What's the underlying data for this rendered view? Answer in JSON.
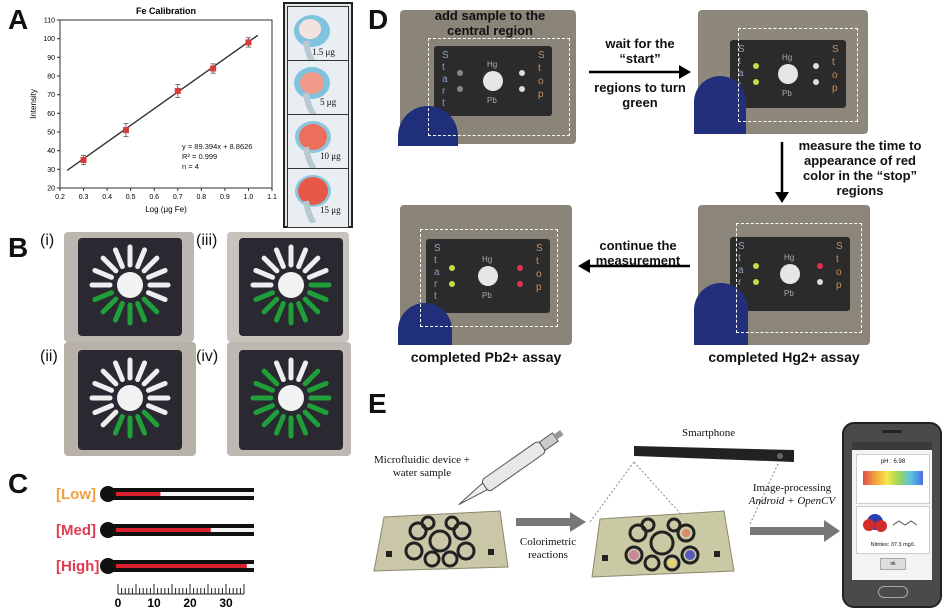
{
  "figure": {
    "panel_letters": [
      "A",
      "B",
      "C",
      "D",
      "E"
    ]
  },
  "panel_a": {
    "inset_labels": [
      "1.5 μg",
      "5 μg",
      "10 μg",
      "15 μg"
    ],
    "equation_lines": [
      "y = 89.394x + 8.8626",
      "R² = 0.999",
      "n = 4"
    ]
  },
  "chart_data": {
    "type": "scatter",
    "title": "Fe Calibration",
    "xlabel": "Log (μg Fe)",
    "ylabel": "Intensity",
    "xlim": [
      0.2,
      1.1
    ],
    "ylim": [
      20,
      110
    ],
    "xticks": [
      "0.2",
      "0.3",
      "0.4",
      "0.5",
      "0.6",
      "0.7",
      "0.8",
      "0.9",
      "1.0",
      "1.1"
    ],
    "yticks": [
      "20",
      "30",
      "40",
      "50",
      "60",
      "70",
      "80",
      "90",
      "100",
      "110"
    ],
    "series": [
      {
        "x": [
          0.3,
          0.48,
          0.7,
          0.85,
          1.0
        ],
        "y": [
          35,
          51,
          72,
          84,
          98
        ],
        "err": [
          2.5,
          3.5,
          3.5,
          2.5,
          2.5
        ]
      }
    ],
    "fit": {
      "slope": 89.394,
      "intercept": 8.8626
    },
    "marker_color": "#d93a3a",
    "line_color": "#333333",
    "grid": false
  },
  "panel_b": {
    "sublabels": [
      "(i)",
      "(iii)",
      "(ii)",
      "(iv)"
    ],
    "green_counts": [
      6,
      8,
      4,
      13
    ],
    "green_color": "#1f9e3a"
  },
  "panel_c": {
    "labels": [
      "[Low]",
      "[Med]",
      "[High]"
    ],
    "label_colors": [
      "#f0a040",
      "#e03a50",
      "#e03a50"
    ],
    "red_fill_fraction": [
      0.35,
      0.7,
      0.95
    ],
    "ruler_ticks": [
      "0",
      "10",
      "20",
      "30"
    ]
  },
  "panel_d": {
    "captions": {
      "add_sample": "add sample to the central region",
      "wait_start": "wait for the “start”",
      "turn_green": "regions to turn green",
      "measure": "measure the time to appearance of red color in the “stop” regions",
      "continue": "continue the measurement",
      "pb_assay": "completed Pb2+ assay",
      "hg_assay": "completed Hg2+ assay"
    },
    "chip_labels": {
      "start": "Start",
      "stop": "Stop",
      "hg": "Hg",
      "pb": "Pb"
    }
  },
  "panel_e": {
    "labels": {
      "device": "Microfluidic device + water sample",
      "colorimetric": "Colorimetric reactions",
      "smartphone": "Smartphone",
      "processing_title": "Image-processing",
      "processing_tools": "Android + OpenCV"
    },
    "phone": {
      "ph_label": "pH : 6.98",
      "nitrites_label": "Nitrites: 37.3 mg/L",
      "button": "ok"
    }
  }
}
